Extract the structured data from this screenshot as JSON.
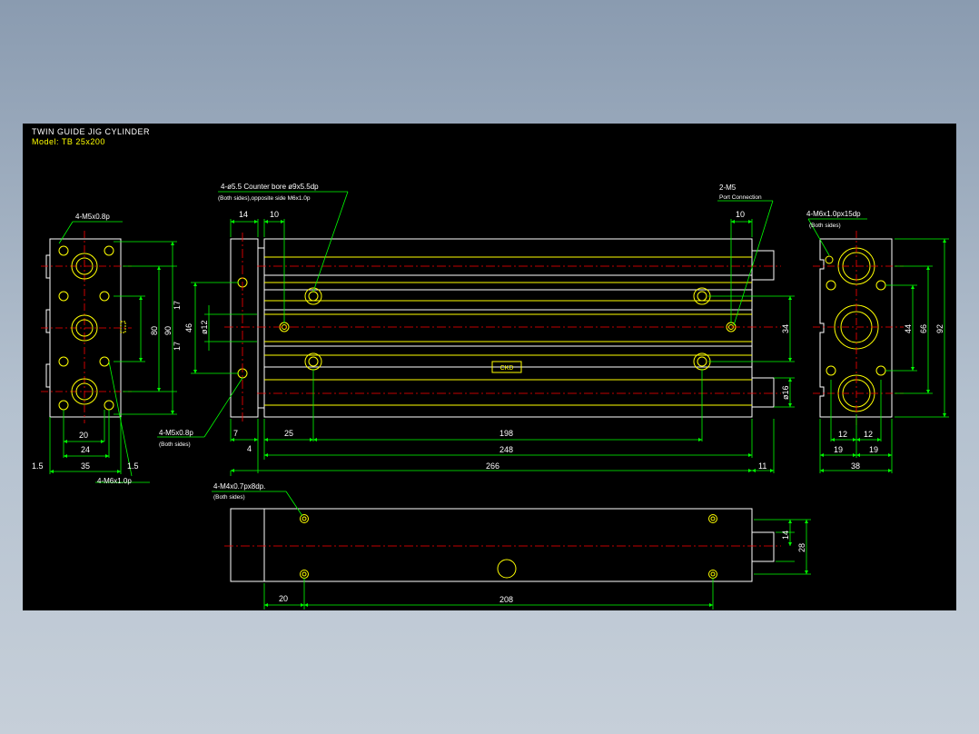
{
  "title": "TWIN GUIDE JIG CYLINDER",
  "model": "Model: TB 25x200",
  "colors": {
    "background": "#000000",
    "outline": "#ffffff",
    "feature": "#ffff00",
    "dimension": "#00ff00",
    "centerline": "#ff0000",
    "text": "#ffffff"
  },
  "callouts": {
    "top_holes_1": "4-ø5.5 Counter bore ø9x5.5dp",
    "top_holes_2": "(Both sides),opposite side M6x1.0p",
    "port_1": "2-M5",
    "port_2": "Port Connection",
    "left_top": "4-M5x0.8p",
    "left_bottom": "4-M6x1.0p",
    "front_bottom_1": "4-M5x0.8p",
    "front_bottom_2": "(Both sides)",
    "right_top_1": "4-M6x1.0px15dp",
    "right_top_2": "(Both sides)",
    "bottom_view_1": "4-M4x0.7px8dp.",
    "bottom_view_2": "(Both sides)",
    "label_plate": "CKD"
  },
  "dims": {
    "d14": "14",
    "d10a": "10",
    "d10b": "10",
    "d17a": "17",
    "d17b": "17",
    "d80": "80",
    "d90": "90",
    "d20": "20",
    "d24": "24",
    "d35": "35",
    "d1_5a": "1.5",
    "d1_5b": "1.5",
    "d46": "46",
    "d12": "ø12",
    "d34": "34",
    "d16": "ø16",
    "d7": "7",
    "d4": "4",
    "d25": "25",
    "d198": "198",
    "d248": "248",
    "d266": "266",
    "d11": "11",
    "d44": "44",
    "d66": "66",
    "d92": "92",
    "d12a": "12",
    "d12b": "12",
    "d19a": "19",
    "d19b": "19",
    "d38": "38",
    "d14b": "14",
    "d28": "28",
    "d20b": "20",
    "d208": "208"
  }
}
